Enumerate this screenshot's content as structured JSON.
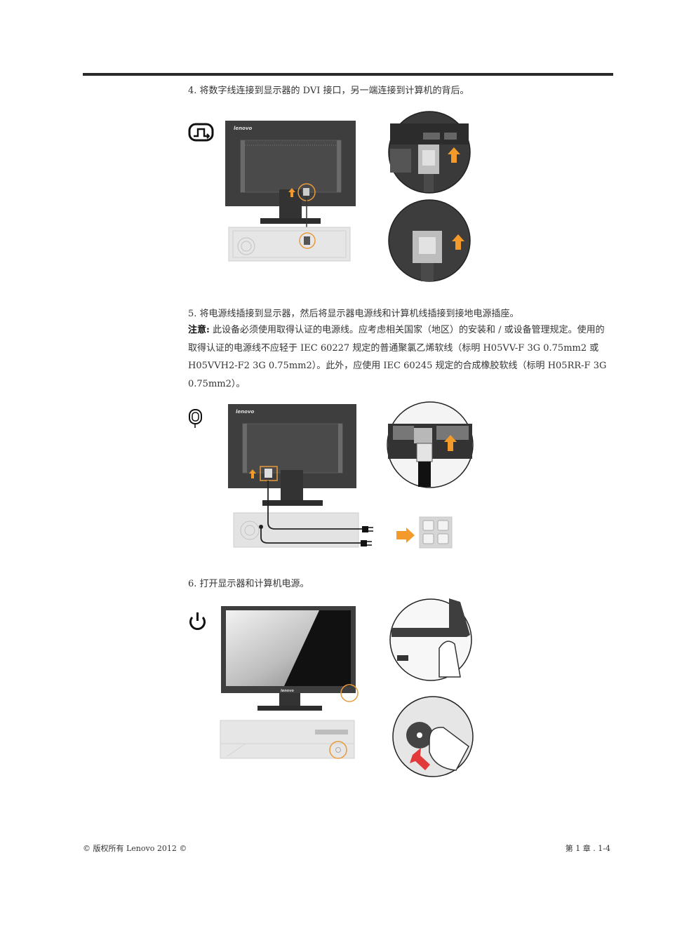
{
  "steps": {
    "step4": "4. 将数字线连接到显示器的 DVI 接口，另一端连接到计算机的背后。",
    "step5": "5. 将电源线插接到显示器，然后将显示器电源线和计算机线插接到接地电源插座。",
    "step6": "6. 打开显示器和计算机电源。"
  },
  "note": {
    "label": "注意:",
    "text": " 此设备必须使用取得认证的电源线。应考虑相关国家（地区）的安装和 / 或设备管理规定。使用的取得认证的电源线不应轻于 IEC 60227 规定的普通聚氯乙烯软线（标明 H05VV-F 3G 0.75mm2 或 H05VVH2-F2 3G 0.75mm2）。此外，应使用 IEC 60245 规定的合成橡胶软线（标明 H05RR-F 3G 0.75mm2）。"
  },
  "brand": {
    "logo_text": "lenovo"
  },
  "icons": {
    "step4": "dvi-connector-icon",
    "step5": "power-plug-icon",
    "step6": "power-button-icon"
  },
  "colors": {
    "accent_orange": "#f39a2a",
    "monitor_dark": "#3c3c3c",
    "pc_gray": "#e3e3e3",
    "red_arrow": "#e23a3a"
  },
  "footer": {
    "left": "© 版权所有 Lenovo 2012 ©",
    "right": "第 1 章 .  1-4"
  }
}
